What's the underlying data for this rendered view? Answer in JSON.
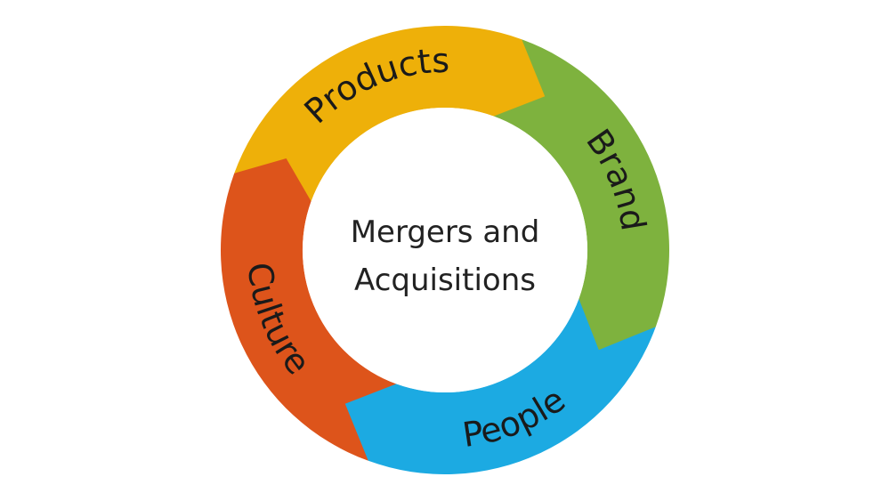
{
  "center": {
    "line1": "Mergers and",
    "line2": "Acquisitions"
  },
  "segments": [
    {
      "label": "Products",
      "color": "#EEB009"
    },
    {
      "label": "Brand",
      "color": "#7EB23E"
    },
    {
      "label": "People",
      "color": "#1CAAE2"
    },
    {
      "label": "Culture",
      "color": "#DD541B"
    }
  ]
}
